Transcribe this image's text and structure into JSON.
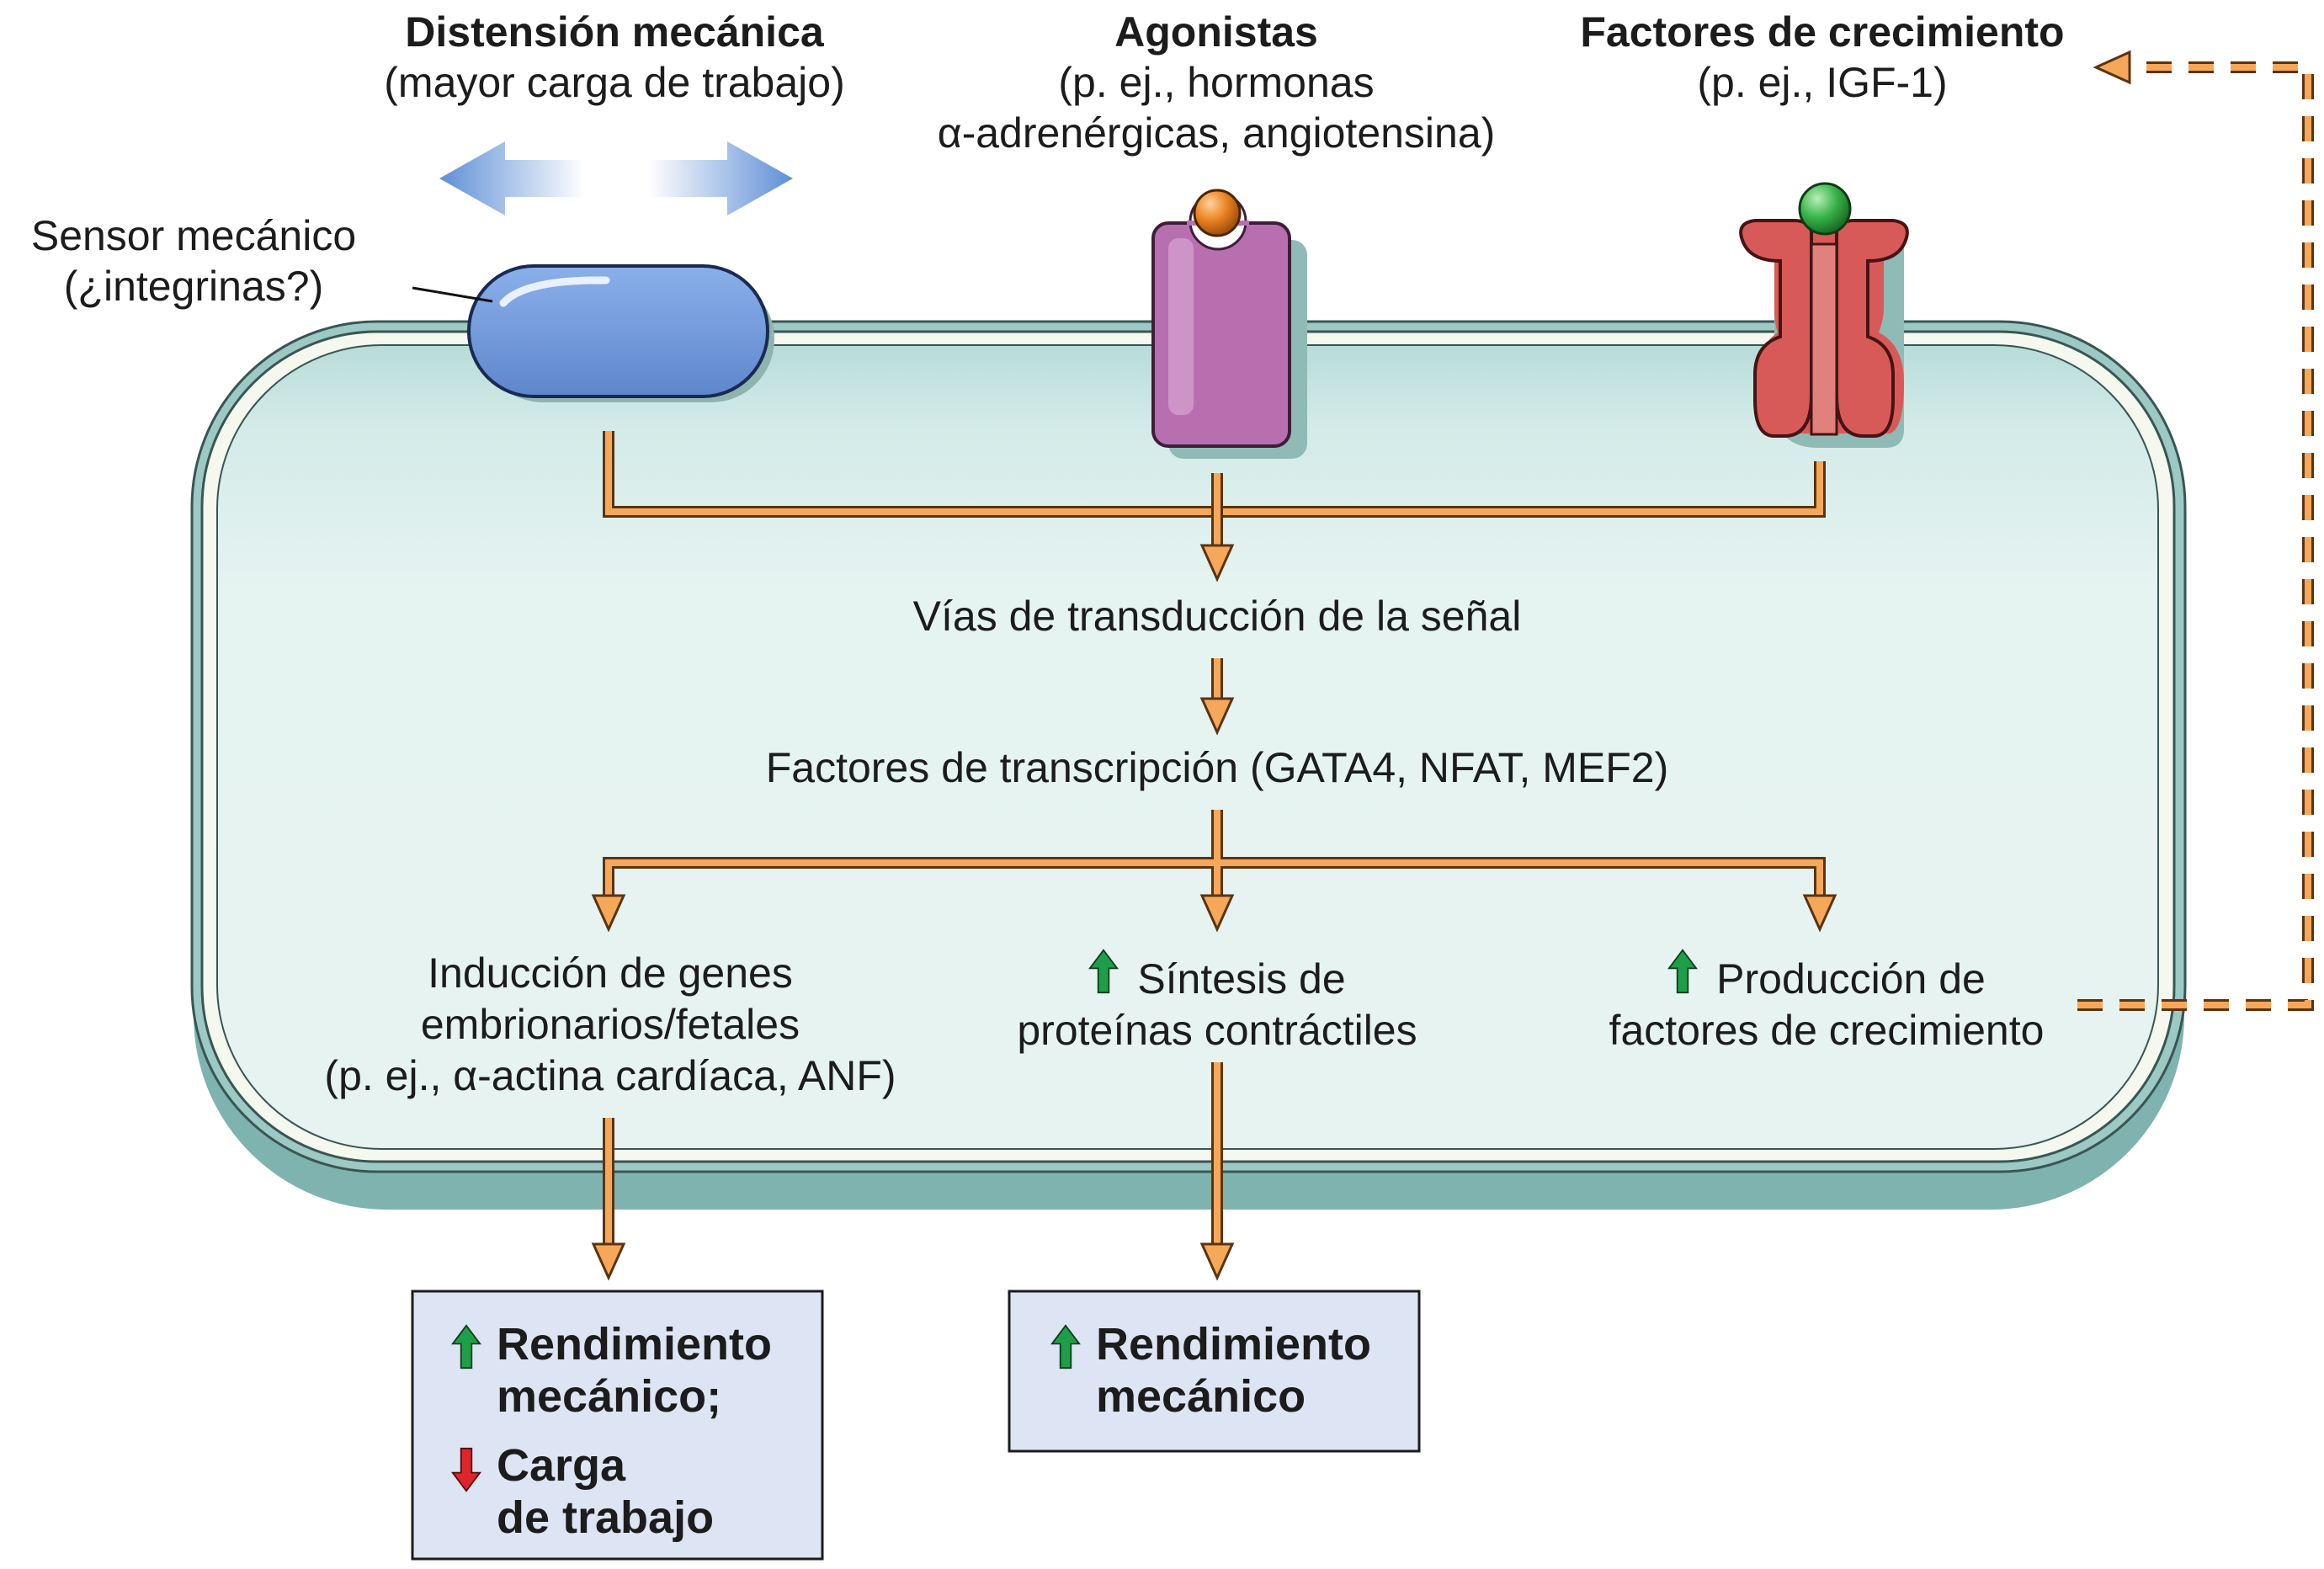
{
  "colors": {
    "cell_fill": "#e4f2f0",
    "cell_shadow": "#7fb3af",
    "cell_border": "#f4f8ee",
    "mechanical_sensor": "#6f97d8",
    "agonist_receptor": "#b86fb0",
    "growth_receptor": "#d85a58",
    "pathway": "#f6a85a",
    "box_fill": "#dde4f3",
    "up_arrow": "#1f9e4a",
    "down_arrow": "#e0242c"
  },
  "icons": {
    "up": "green-up-arrow-icon",
    "down": "red-down-arrow-icon"
  },
  "stimuli": {
    "mechanical": {
      "title": "Distensión mecánica",
      "subtitle": "(mayor carga de trabajo)"
    },
    "agonists": {
      "title": "Agonistas",
      "subtitle_line1": "(p. ej., hormonas",
      "subtitle_line2": "α-adrenérgicas, angiotensina)"
    },
    "growth_factors": {
      "title": "Factores de crecimiento",
      "subtitle": "(p. ej., IGF-1)"
    }
  },
  "sensor": {
    "line1": "Sensor mecánico",
    "line2": "(¿integrinas?)"
  },
  "pathway": {
    "signal": "Vías de transducción de la señal",
    "transcription": "Factores de transcripción (GATA4, NFAT, MEF2)"
  },
  "outcomes": {
    "genes": {
      "line1": "Inducción de genes",
      "line2": "embrionarios/fetales",
      "line3": "(p. ej., α-actina cardíaca, ANF)"
    },
    "proteins": {
      "line1": "Síntesis de",
      "line2": "proteínas contráctiles"
    },
    "factors": {
      "line1": "Producción de",
      "line2": "factores de crecimiento"
    }
  },
  "results": {
    "left": {
      "a_line1": "Rendimiento",
      "a_line2": "mecánico;",
      "b_line1": "Carga",
      "b_line2": "de trabajo"
    },
    "middle": {
      "line1": "Rendimiento",
      "line2": "mecánico"
    }
  }
}
